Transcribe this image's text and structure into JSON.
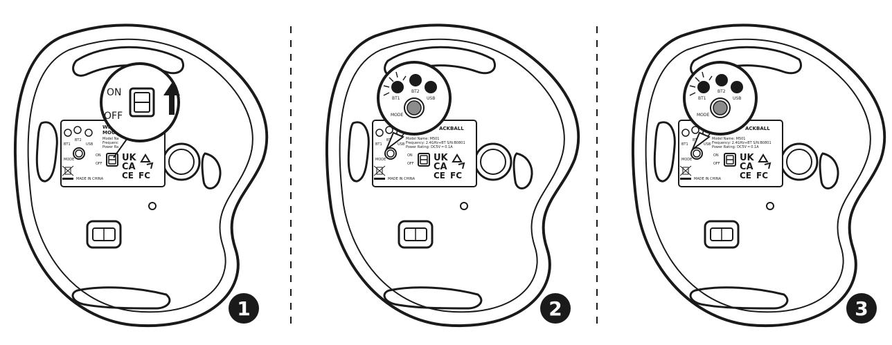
{
  "panels": [
    {
      "step": "1",
      "label_title_a": "WI",
      "label_title_b": "MOUS",
      "label_line1": "Model Na",
      "label_line2": "Frequenc",
      "label_line3": "Power Ra",
      "bt1": "BT1",
      "bt2": "BT2",
      "usb": "USB",
      "mode": "MODE",
      "on": "ON",
      "off": "OFF",
      "ukca_1": "UK",
      "ukca_2": "CA",
      "ce": "CE",
      "fc": "FC",
      "made_in": "MADE IN CHINA",
      "zoom_on": "ON",
      "zoom_off": "OFF"
    },
    {
      "step": "2",
      "label_title": "ACKBALL",
      "label_line1": "Model Name: M501",
      "label_line2": "Frequency: 2.4GHz+BT      S/N:B0801",
      "label_line3": "Power Rating: DC5V ═ 0.1A",
      "bt1": "BT1",
      "bt2": "BT2",
      "usb": "USB",
      "mode": "MODE",
      "on": "ON",
      "off": "OFF",
      "ukca_1": "UK",
      "ukca_2": "CA",
      "ce": "CE",
      "fc": "FC",
      "made_in": "MADE IN CHINA",
      "zoom_bt1": "BT1",
      "zoom_bt2": "BT2",
      "zoom_usb": "USB",
      "zoom_mode": "MODE"
    },
    {
      "step": "3",
      "label_title": "ACKBALL",
      "label_line1": "Model Name: M501",
      "label_line2": "Frequency: 2.4GHz+BT      S/N:B0801",
      "label_line3": "Power Rating: DC5V ═ 0.1A",
      "bt1": "BT1",
      "bt2": "BT2",
      "usb": "USB",
      "mode": "MODE",
      "on": "ON",
      "off": "OFF",
      "ukca_1": "UK",
      "ukca_2": "CA",
      "ce": "CE",
      "fc": "FC",
      "made_in": "MADE IN CHINA",
      "zoom_bt1": "BT1",
      "zoom_bt2": "BT2",
      "zoom_usb": "USB",
      "zoom_mode": "MODE"
    }
  ],
  "colors": {
    "ink": "#1a1a1a",
    "led_fill": "#1a1a1a",
    "mode_button": "#8c8c8c",
    "badge": "#1a1a1a",
    "badge_text": "#ffffff"
  }
}
